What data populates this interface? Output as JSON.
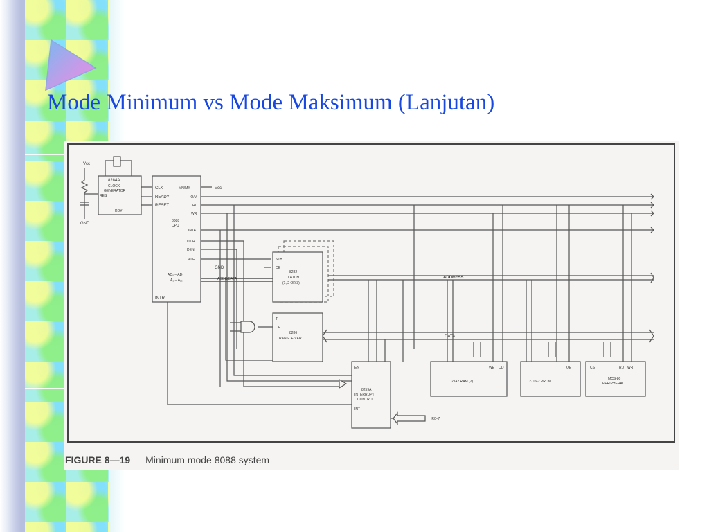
{
  "slide": {
    "title": "Mode Minimum vs Mode Maksimum (Lanjutan)"
  },
  "figure": {
    "caption_number": "FIGURE 8—19",
    "caption_text": "Minimum mode 8088 system",
    "clock": {
      "vcc": "Vᴄᴄ",
      "gnd": "GND",
      "chip": "8284A",
      "name1": "CLOCK",
      "name2": "GENERATOR",
      "res": "RES",
      "rdy": "RDY"
    },
    "cpu": {
      "chip": "8088",
      "name": "CPU",
      "clk": "CLK",
      "ready": "READY",
      "reset": "RESET",
      "mnmx": "MN/MX",
      "vcc": "Vᴄᴄ",
      "iom": "IO/M",
      "rd": "RD",
      "wr": "WR",
      "inta": "INTA",
      "dtr": "DT/R",
      "den": "DEN",
      "ale": "ALE",
      "ad": "AD₀ – AD₇",
      "a": "A₈ – A₁₉",
      "intr": "INTR"
    },
    "latch": {
      "stb": "STB",
      "oe": "OE",
      "chip": "8282",
      "name": "LATCH",
      "count": "(1, 2 OR 3)",
      "gnd": "GND",
      "bus": "ADDR/DATA"
    },
    "transceiver": {
      "t": "T",
      "oe": "OE",
      "chip": "8286",
      "name": "TRANSCEIVER"
    },
    "pic": {
      "en": "EN",
      "chip": "8259A",
      "name1": "INTERRUPT",
      "name2": "CONTROL",
      "int": "INT",
      "ir": "IR0–7"
    },
    "ram": {
      "name": "2142 RAM (2)",
      "we": "WE",
      "od": "OD"
    },
    "prom": {
      "name": "2716-2 PROM",
      "oe": "OE"
    },
    "peripheral": {
      "cs": "CS",
      "rd": "RD",
      "wr": "WR",
      "name1": "MCS-80",
      "name2": "PERIPHERAL"
    },
    "bus": {
      "address": "ADDRESS",
      "data": "DATA"
    }
  },
  "colors": {
    "title": "#1848e0",
    "figure_bg": "#f5f4f2",
    "ink": "#333333"
  }
}
